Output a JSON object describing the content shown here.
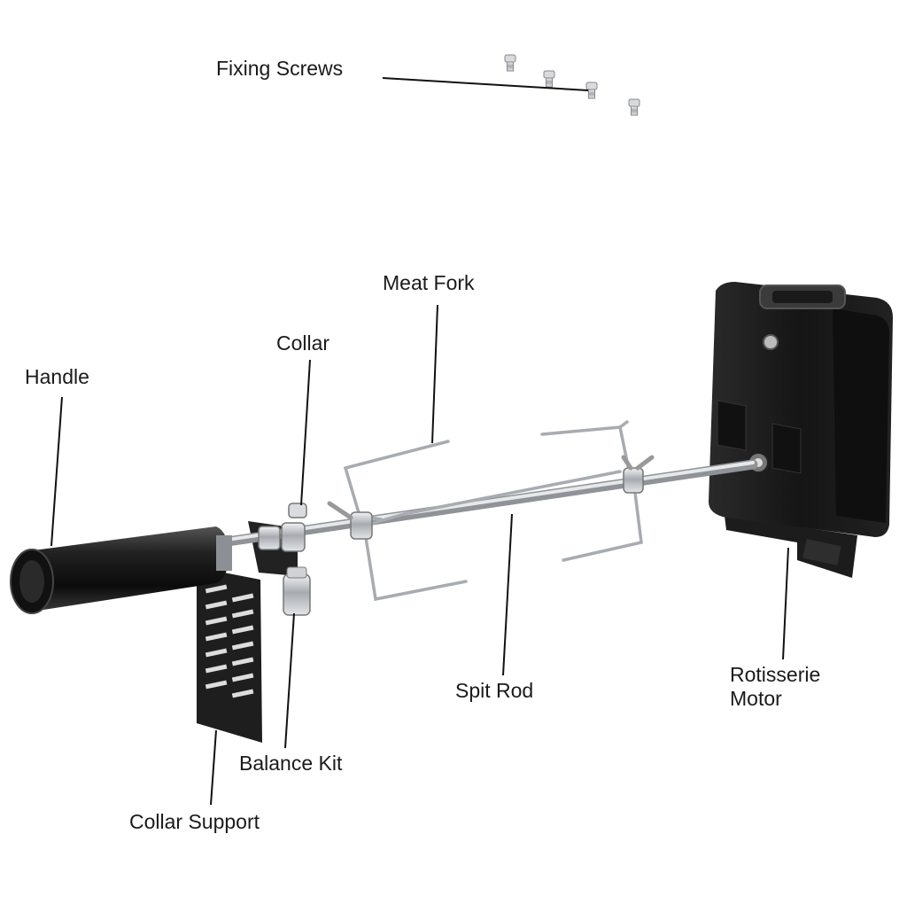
{
  "labels": {
    "fixing_screws": "Fixing Screws",
    "meat_fork": "Meat Fork",
    "collar": "Collar",
    "handle": "Handle",
    "rotisserie_motor_line1": "Rotisserie",
    "rotisserie_motor_line2": "Motor",
    "spit_rod": "Spit Rod",
    "balance_kit": "Balance Kit",
    "collar_support": "Collar Support"
  },
  "colors": {
    "background": "#ffffff",
    "text": "#1a1a1a",
    "leader_line": "#111111",
    "motor_body": "#1b1b1b",
    "metal": "#b9bcc0"
  }
}
